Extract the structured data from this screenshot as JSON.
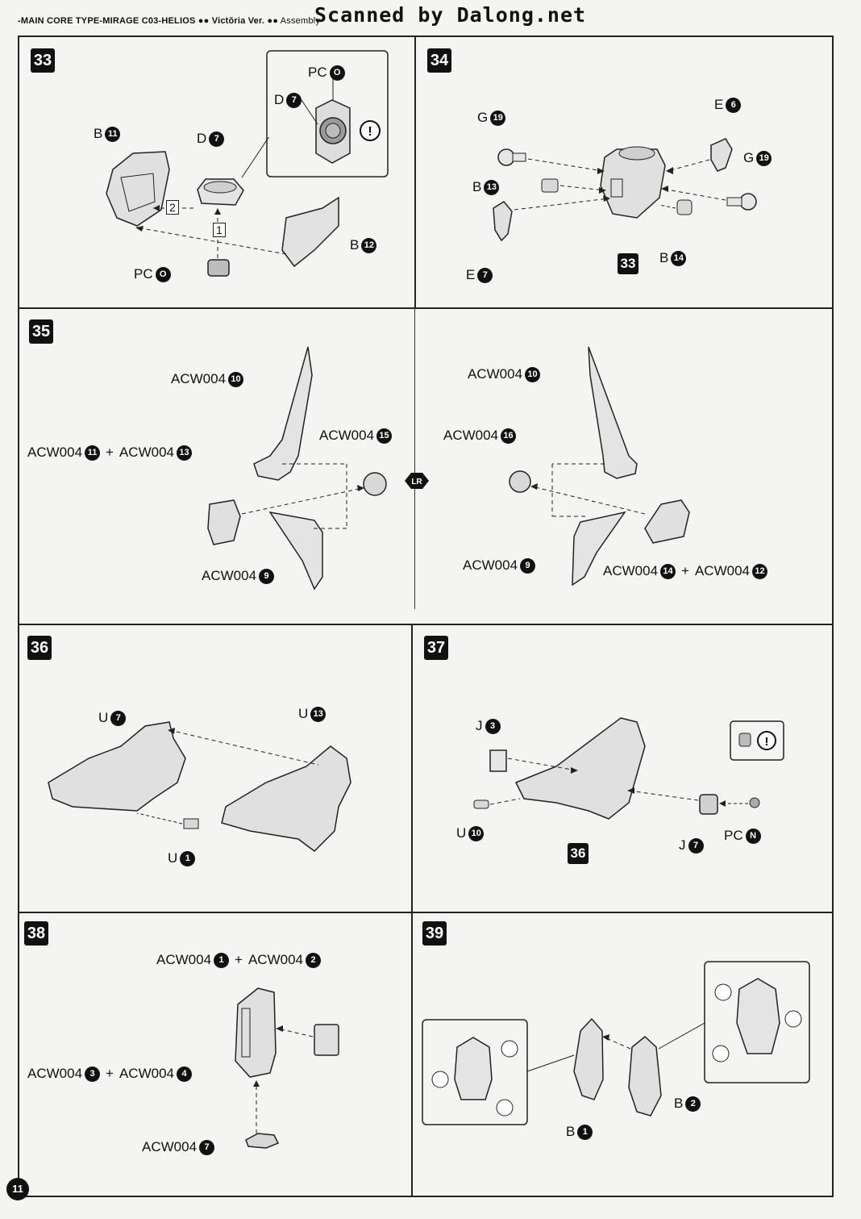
{
  "header": {
    "title": "-MAIN CORE TYPE-MIRAGE  C03-HELIOS",
    "version": "Victŏria Ver.",
    "assembly": "Assembly",
    "scan_credit": "Scanned by Dalong.net"
  },
  "page_number": "11",
  "steps": {
    "s33": {
      "number": "33",
      "labels": [
        {
          "letter": "B",
          "num": "11"
        },
        {
          "letter": "D",
          "num": "7"
        },
        {
          "letter": "D",
          "num": "7"
        },
        {
          "letter": "PC",
          "num": "O"
        },
        {
          "letter": "B",
          "num": "12"
        },
        {
          "letter": "PC",
          "num": "O"
        }
      ],
      "order": [
        "2",
        "1"
      ]
    },
    "s34": {
      "number": "34",
      "labels": [
        {
          "letter": "G",
          "num": "19"
        },
        {
          "letter": "E",
          "num": "6"
        },
        {
          "letter": "G",
          "num": "19"
        },
        {
          "letter": "B",
          "num": "13"
        },
        {
          "letter": "E",
          "num": "7"
        },
        {
          "letter": "B",
          "num": "14"
        }
      ],
      "ref": "33"
    },
    "s35": {
      "number": "35",
      "left": [
        {
          "letter": "ACW004",
          "num": "10"
        },
        {
          "letter": "ACW004",
          "num": "11",
          "plus_letter": "ACW004",
          "plus_num": "13"
        },
        {
          "letter": "ACW004",
          "num": "15"
        },
        {
          "letter": "ACW004",
          "num": "9"
        }
      ],
      "right": [
        {
          "letter": "ACW004",
          "num": "10"
        },
        {
          "letter": "ACW004",
          "num": "16"
        },
        {
          "letter": "ACW004",
          "num": "9"
        },
        {
          "letter": "ACW004",
          "num": "14",
          "plus_letter": "ACW004",
          "plus_num": "12"
        }
      ],
      "lr_badge": "LR"
    },
    "s36": {
      "number": "36",
      "labels": [
        {
          "letter": "U",
          "num": "7"
        },
        {
          "letter": "U",
          "num": "13"
        },
        {
          "letter": "U",
          "num": "1"
        }
      ]
    },
    "s37": {
      "number": "37",
      "labels": [
        {
          "letter": "J",
          "num": "3"
        },
        {
          "letter": "U",
          "num": "10"
        },
        {
          "letter": "J",
          "num": "7"
        },
        {
          "letter": "PC",
          "num": "N"
        }
      ],
      "ref": "36"
    },
    "s38": {
      "number": "38",
      "labels": [
        {
          "letter": "ACW004",
          "num": "1",
          "plus_letter": "ACW004",
          "plus_num": "2"
        },
        {
          "letter": "ACW004",
          "num": "3",
          "plus_letter": "ACW004",
          "plus_num": "4"
        },
        {
          "letter": "ACW004",
          "num": "7"
        }
      ]
    },
    "s39": {
      "number": "39",
      "labels": [
        {
          "letter": "B",
          "num": "2"
        },
        {
          "letter": "B",
          "num": "1"
        }
      ]
    }
  }
}
